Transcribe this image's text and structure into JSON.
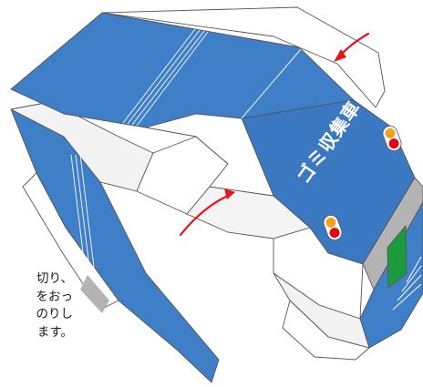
{
  "panel_label": "ゴミ収集車",
  "instruction_lines": [
    "切り、",
    "をおっ",
    "のりし",
    "ます。"
  ],
  "colors": {
    "body_blue": "#3f7fc8",
    "panel_blue": "#3a78c2",
    "paper_white": "#ffffff",
    "fold_gray": "#ededed",
    "outline": "#555555",
    "arrow_red": "#e8141b",
    "window_green": "#1a9b3c",
    "glue_gray": "#b3b3b3",
    "light_orange": "#f4a21a",
    "light_red": "#e60012"
  },
  "icons": {
    "fold_arrow_top": "curved-arrow-icon",
    "fold_arrow_bottom": "curved-arrow-icon",
    "tail_light_top": "tail-light-icon",
    "tail_light_bottom": "tail-light-icon"
  }
}
